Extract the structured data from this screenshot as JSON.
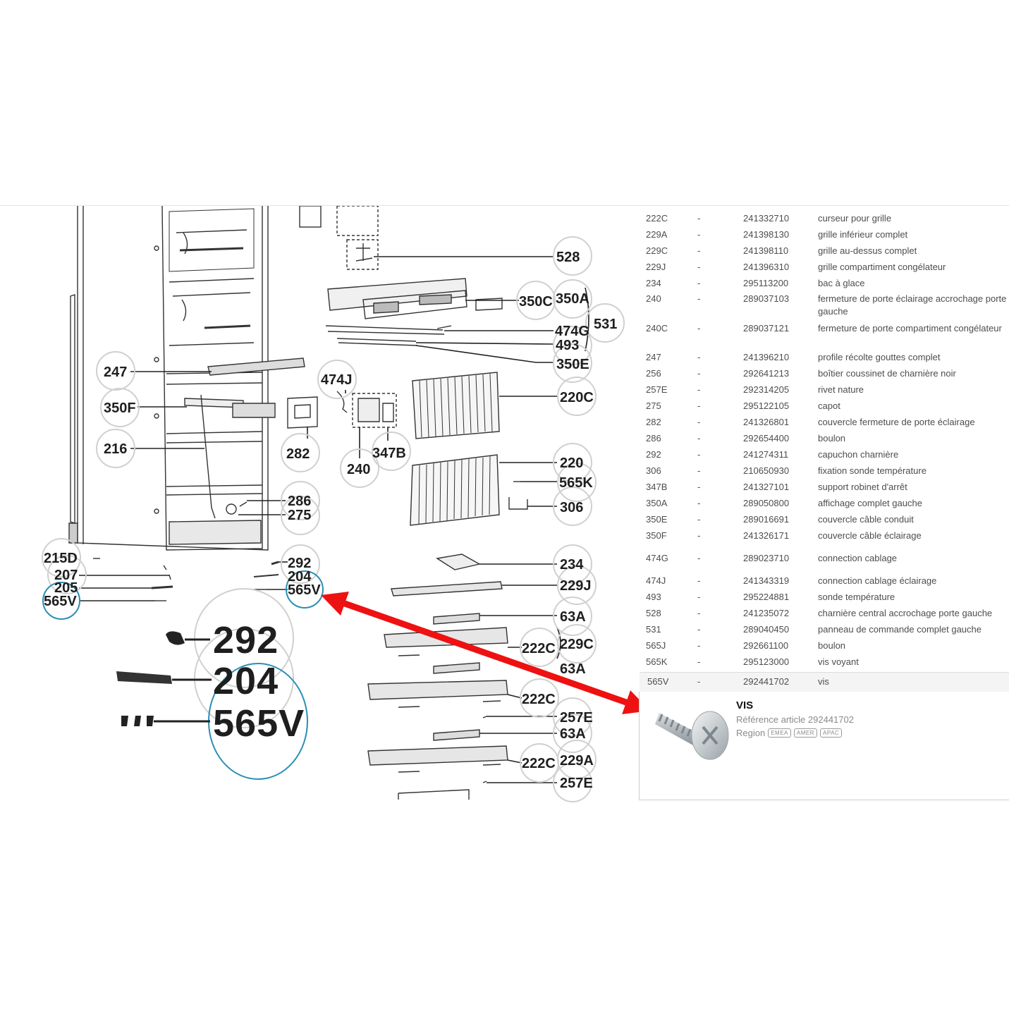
{
  "diagram": {
    "callouts": [
      "528",
      "350C",
      "350A",
      "531",
      "474G",
      "493",
      "350E",
      "247",
      "474J",
      "220C",
      "350F",
      "282",
      "347B",
      "216",
      "240",
      "220",
      "565K",
      "306",
      "286",
      "275",
      "215D",
      "292",
      "207",
      "204",
      "205",
      "565V",
      "565V",
      "234",
      "229J",
      "63A",
      "222C",
      "229C",
      "63A",
      "222C",
      "257E",
      "63A",
      "222C",
      "229A",
      "257E"
    ],
    "zoom_labels": [
      "292",
      "204",
      "565V"
    ]
  },
  "parts_table": {
    "rows": [
      {
        "ref": "222C",
        "qty": "-",
        "article": "241332710",
        "description": "curseur pour grille"
      },
      {
        "ref": "229A",
        "qty": "-",
        "article": "241398130",
        "description": "grille inférieur complet"
      },
      {
        "ref": "229C",
        "qty": "-",
        "article": "241398110",
        "description": "grille au-dessus complet"
      },
      {
        "ref": "229J",
        "qty": "-",
        "article": "241396310",
        "description": "grille compartiment congélateur"
      },
      {
        "ref": "234",
        "qty": "-",
        "article": "295113200",
        "description": "bac à glace"
      },
      {
        "ref": "240",
        "qty": "-",
        "article": "289037103",
        "description": "fermeture de porte éclairage accrochage porte gauche"
      },
      {
        "ref": "240C",
        "qty": "-",
        "article": "289037121",
        "description": "fermeture de porte compartiment congélateur"
      },
      {
        "ref": "247",
        "qty": "-",
        "article": "241396210",
        "description": "profile récolte gouttes complet"
      },
      {
        "ref": "256",
        "qty": "-",
        "article": "292641213",
        "description": "boîtier coussinet de charnière noir"
      },
      {
        "ref": "257E",
        "qty": "-",
        "article": "292314205",
        "description": "rivet nature"
      },
      {
        "ref": "275",
        "qty": "-",
        "article": "295122105",
        "description": "capot"
      },
      {
        "ref": "282",
        "qty": "-",
        "article": "241326801",
        "description": "couvercle fermeture de porte éclairage"
      },
      {
        "ref": "286",
        "qty": "-",
        "article": "292654400",
        "description": "boulon"
      },
      {
        "ref": "292",
        "qty": "-",
        "article": "241274311",
        "description": "capuchon charnière"
      },
      {
        "ref": "306",
        "qty": "-",
        "article": "210650930",
        "description": "fixation sonde température"
      },
      {
        "ref": "347B",
        "qty": "-",
        "article": "241327101",
        "description": "support robinet d'arrêt"
      },
      {
        "ref": "350A",
        "qty": "-",
        "article": "289050800",
        "description": "affichage complet gauche"
      },
      {
        "ref": "350E",
        "qty": "-",
        "article": "289016691",
        "description": "couvercle câble conduit"
      },
      {
        "ref": "350F",
        "qty": "-",
        "article": "241326171",
        "description": "couvercle câble éclairage"
      },
      {
        "ref": "474G",
        "qty": "-",
        "article": "289023710",
        "description": "connection cablage"
      },
      {
        "ref": "474J",
        "qty": "-",
        "article": "241343319",
        "description": "connection cablage éclairage"
      },
      {
        "ref": "493",
        "qty": "-",
        "article": "295224881",
        "description": "sonde température"
      },
      {
        "ref": "528",
        "qty": "-",
        "article": "241235072",
        "description": "charnière central accrochage porte gauche"
      },
      {
        "ref": "531",
        "qty": "-",
        "article": "289040450",
        "description": "panneau de commande complet gauche"
      },
      {
        "ref": "565J",
        "qty": "-",
        "article": "292661100",
        "description": "boulon"
      },
      {
        "ref": "565K",
        "qty": "-",
        "article": "295123000",
        "description": "vis voyant"
      }
    ],
    "selected_row": {
      "ref": "565V",
      "qty": "-",
      "article": "292441702",
      "description": "vis"
    }
  },
  "detail": {
    "title": "VIS",
    "reference_label": "Référence article",
    "reference_value": "292441702",
    "region_label": "Region",
    "regions": [
      "EMEA",
      "AMER",
      "APAC"
    ]
  },
  "colors": {
    "arrow": "#ee1111",
    "highlight_circle": "#2a8fb5",
    "callout_circle": "#cfcfcf",
    "line": "#222222"
  }
}
